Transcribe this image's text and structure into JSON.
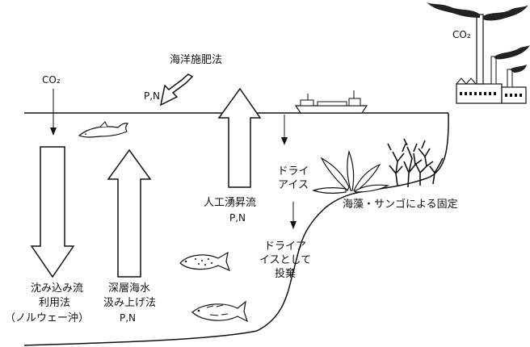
{
  "diagram": {
    "labels": {
      "fertilization": "海洋施肥法",
      "fertilization_nutrients": "P,N",
      "co2_left": "CO₂",
      "co2_factory": "CO₂",
      "dry_ice_vertical": "ドライ\nアイス",
      "dry_ice_disposal": "ドライア\nイスとして\n投棄",
      "artificial_upwelling": "人工湧昇流",
      "artificial_upwelling_nutrients": "P,N",
      "seaweed_coral": "海藻・サンゴによる固定",
      "sinking_flow_line1": "沈み込み流",
      "sinking_flow_line2": "利用法",
      "sinking_flow_line3": "（ノルウェー沖）",
      "deep_water_line1": "深層海水",
      "deep_water_line2": "汲み上げ法",
      "deep_water_nutrients": "P,N"
    },
    "icons": [
      "factory-icon",
      "ship-icon",
      "dolphin-icon",
      "fish-icon",
      "seaweed-icon",
      "coral-icon",
      "smoke-icon"
    ],
    "colors": {
      "ink": "#111111",
      "background": "#ffffff"
    }
  }
}
